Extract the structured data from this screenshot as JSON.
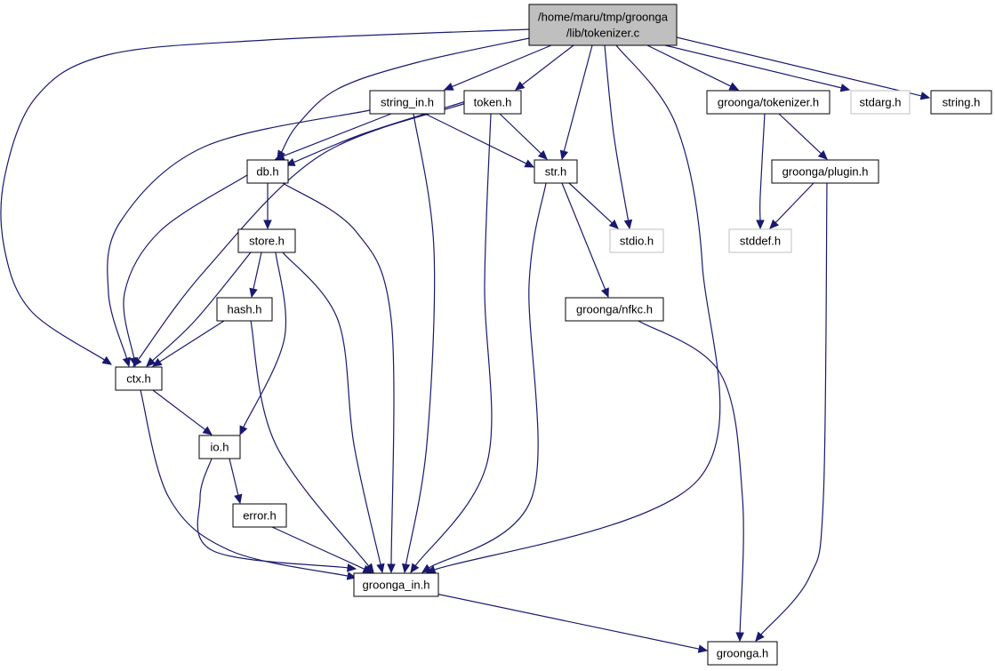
{
  "graph": {
    "edge_color": "#191970",
    "root_fill": "#bfbfbf",
    "node_fill": "#ffffff",
    "local_border": "#000000",
    "system_border": "#bfbfbf",
    "nodes": [
      {
        "id": "tokenizer_c",
        "lines": [
          "/home/maru/tmp/groonga",
          "/lib/tokenizer.c"
        ],
        "kind": "root"
      },
      {
        "id": "string_in_h",
        "lines": [
          "string_in.h"
        ],
        "kind": "local"
      },
      {
        "id": "token_h",
        "lines": [
          "token.h"
        ],
        "kind": "local"
      },
      {
        "id": "db_h",
        "lines": [
          "db.h"
        ],
        "kind": "local"
      },
      {
        "id": "str_h",
        "lines": [
          "str.h"
        ],
        "kind": "local"
      },
      {
        "id": "groonga_tokenizer_h",
        "lines": [
          "groonga/tokenizer.h"
        ],
        "kind": "local"
      },
      {
        "id": "stdarg_h",
        "lines": [
          "stdarg.h"
        ],
        "kind": "system"
      },
      {
        "id": "string_h",
        "lines": [
          "string.h"
        ],
        "kind": "local"
      },
      {
        "id": "groonga_plugin_h",
        "lines": [
          "groonga/plugin.h"
        ],
        "kind": "local"
      },
      {
        "id": "store_h",
        "lines": [
          "store.h"
        ],
        "kind": "local"
      },
      {
        "id": "stdio_h",
        "lines": [
          "stdio.h"
        ],
        "kind": "system"
      },
      {
        "id": "stddef_h",
        "lines": [
          "stddef.h"
        ],
        "kind": "system"
      },
      {
        "id": "hash_h",
        "lines": [
          "hash.h"
        ],
        "kind": "local"
      },
      {
        "id": "groonga_nfkc_h",
        "lines": [
          "groonga/nfkc.h"
        ],
        "kind": "local"
      },
      {
        "id": "ctx_h",
        "lines": [
          "ctx.h"
        ],
        "kind": "local"
      },
      {
        "id": "io_h",
        "lines": [
          "io.h"
        ],
        "kind": "local"
      },
      {
        "id": "error_h",
        "lines": [
          "error.h"
        ],
        "kind": "local"
      },
      {
        "id": "groonga_in_h",
        "lines": [
          "groonga_in.h"
        ],
        "kind": "local"
      },
      {
        "id": "groonga_h",
        "lines": [
          "groonga.h"
        ],
        "kind": "local"
      }
    ],
    "edges": [
      {
        "from": "tokenizer_c",
        "to": "ctx_h"
      },
      {
        "from": "tokenizer_c",
        "to": "db_h"
      },
      {
        "from": "tokenizer_c",
        "to": "string_in_h"
      },
      {
        "from": "tokenizer_c",
        "to": "token_h"
      },
      {
        "from": "tokenizer_c",
        "to": "str_h"
      },
      {
        "from": "tokenizer_c",
        "to": "stdio_h"
      },
      {
        "from": "tokenizer_c",
        "to": "groonga_in_h"
      },
      {
        "from": "tokenizer_c",
        "to": "groonga_tokenizer_h"
      },
      {
        "from": "tokenizer_c",
        "to": "stdarg_h"
      },
      {
        "from": "tokenizer_c",
        "to": "string_h"
      },
      {
        "from": "string_in_h",
        "to": "db_h"
      },
      {
        "from": "string_in_h",
        "to": "ctx_h"
      },
      {
        "from": "string_in_h",
        "to": "str_h"
      },
      {
        "from": "string_in_h",
        "to": "groonga_in_h"
      },
      {
        "from": "token_h",
        "to": "db_h"
      },
      {
        "from": "token_h",
        "to": "ctx_h"
      },
      {
        "from": "token_h",
        "to": "str_h"
      },
      {
        "from": "token_h",
        "to": "groonga_in_h"
      },
      {
        "from": "db_h",
        "to": "store_h"
      },
      {
        "from": "db_h",
        "to": "ctx_h"
      },
      {
        "from": "db_h",
        "to": "groonga_in_h"
      },
      {
        "from": "store_h",
        "to": "hash_h"
      },
      {
        "from": "store_h",
        "to": "ctx_h"
      },
      {
        "from": "store_h",
        "to": "io_h"
      },
      {
        "from": "store_h",
        "to": "groonga_in_h"
      },
      {
        "from": "hash_h",
        "to": "ctx_h"
      },
      {
        "from": "hash_h",
        "to": "groonga_in_h"
      },
      {
        "from": "ctx_h",
        "to": "io_h"
      },
      {
        "from": "ctx_h",
        "to": "groonga_in_h"
      },
      {
        "from": "io_h",
        "to": "error_h"
      },
      {
        "from": "io_h",
        "to": "groonga_in_h"
      },
      {
        "from": "error_h",
        "to": "groonga_in_h"
      },
      {
        "from": "str_h",
        "to": "stdio_h"
      },
      {
        "from": "str_h",
        "to": "groonga_nfkc_h"
      },
      {
        "from": "str_h",
        "to": "groonga_in_h"
      },
      {
        "from": "groonga_nfkc_h",
        "to": "groonga_h"
      },
      {
        "from": "groonga_in_h",
        "to": "groonga_h"
      },
      {
        "from": "groonga_tokenizer_h",
        "to": "groonga_plugin_h"
      },
      {
        "from": "groonga_tokenizer_h",
        "to": "stddef_h"
      },
      {
        "from": "groonga_plugin_h",
        "to": "stddef_h"
      },
      {
        "from": "groonga_plugin_h",
        "to": "groonga_h"
      }
    ]
  }
}
